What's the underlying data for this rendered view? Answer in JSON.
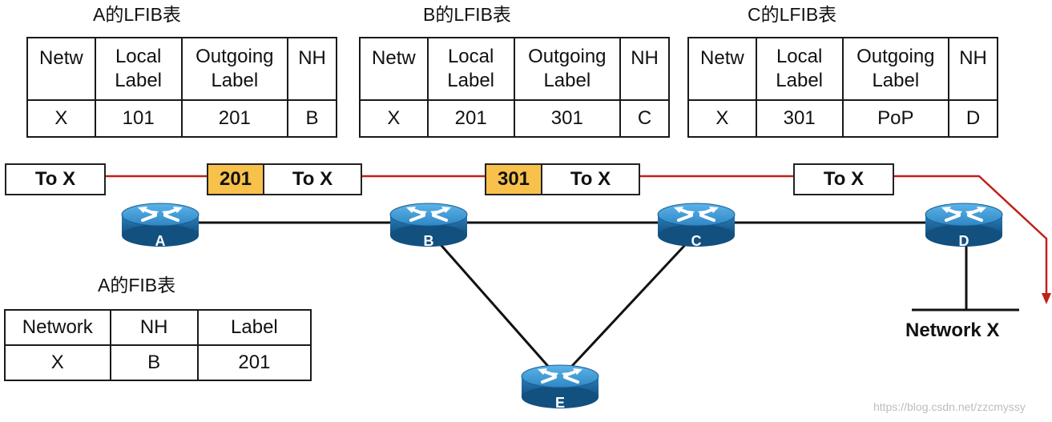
{
  "tables": {
    "a": {
      "title": "A的LFIB表",
      "headers": [
        "Netw",
        "Local\nLabel",
        "Outgoing\nLabel",
        "NH"
      ],
      "row": [
        "X",
        "101",
        "201",
        "B"
      ]
    },
    "b": {
      "title": "B的LFIB表",
      "headers": [
        "Netw",
        "Local\nLabel",
        "Outgoing\nLabel",
        "NH"
      ],
      "row": [
        "X",
        "201",
        "301",
        "C"
      ]
    },
    "c": {
      "title": "C的LFIB表",
      "headers": [
        "Netw",
        "Local\nLabel",
        "Outgoing\nLabel",
        "NH"
      ],
      "row": [
        "X",
        "301",
        "PoP",
        "D"
      ]
    }
  },
  "fib": {
    "title": "A的FIB表",
    "headers": [
      "Network",
      "NH",
      "Label"
    ],
    "row": [
      "X",
      "B",
      "201"
    ]
  },
  "packets": {
    "p1": {
      "dest": "To X"
    },
    "p2": {
      "label": "201",
      "dest": "To X"
    },
    "p3": {
      "label": "301",
      "dest": "To X"
    },
    "p4": {
      "dest": "To X"
    }
  },
  "routers": {
    "a": "A",
    "b": "B",
    "c": "C",
    "d": "D",
    "e": "E"
  },
  "network_label": "Network X",
  "watermark": "https://blog.csdn.net/zzcmyssy",
  "colors": {
    "label_fill": "#f8c14b",
    "path_line": "#c0201a",
    "router_body": "#1f6fa8",
    "router_top": "#3d9ad6"
  }
}
